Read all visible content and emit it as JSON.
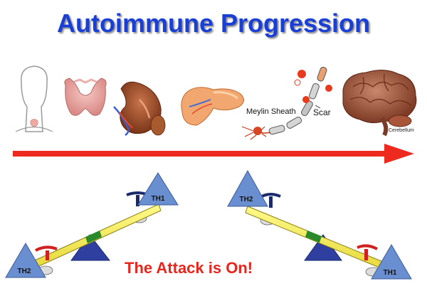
{
  "title": "Autoimmune Progression",
  "organs": [
    {
      "icon": "neck-thyroid-icon"
    },
    {
      "icon": "thyroid-icon"
    },
    {
      "icon": "stomach-icon"
    },
    {
      "icon": "pancreas-icon"
    },
    {
      "icon": "nerve-cell-icon",
      "labels": {
        "myelin": "Meylin Sheath",
        "scar": "Scar"
      }
    },
    {
      "icon": "brain-icon",
      "labels": {
        "cerebellum": "Cerebellum"
      }
    }
  ],
  "seesaw_left": {
    "high_label": "TH1",
    "low_label": "TH2"
  },
  "seesaw_right": {
    "high_label": "TH2",
    "low_label": "TH1"
  },
  "caption": "The Attack is On!",
  "colors": {
    "title": "#1a3fd6",
    "arrow": "#ee2a1e",
    "caption": "#e8261e",
    "triangle": "#6a8fd0",
    "plank": "#f3ec5a"
  }
}
